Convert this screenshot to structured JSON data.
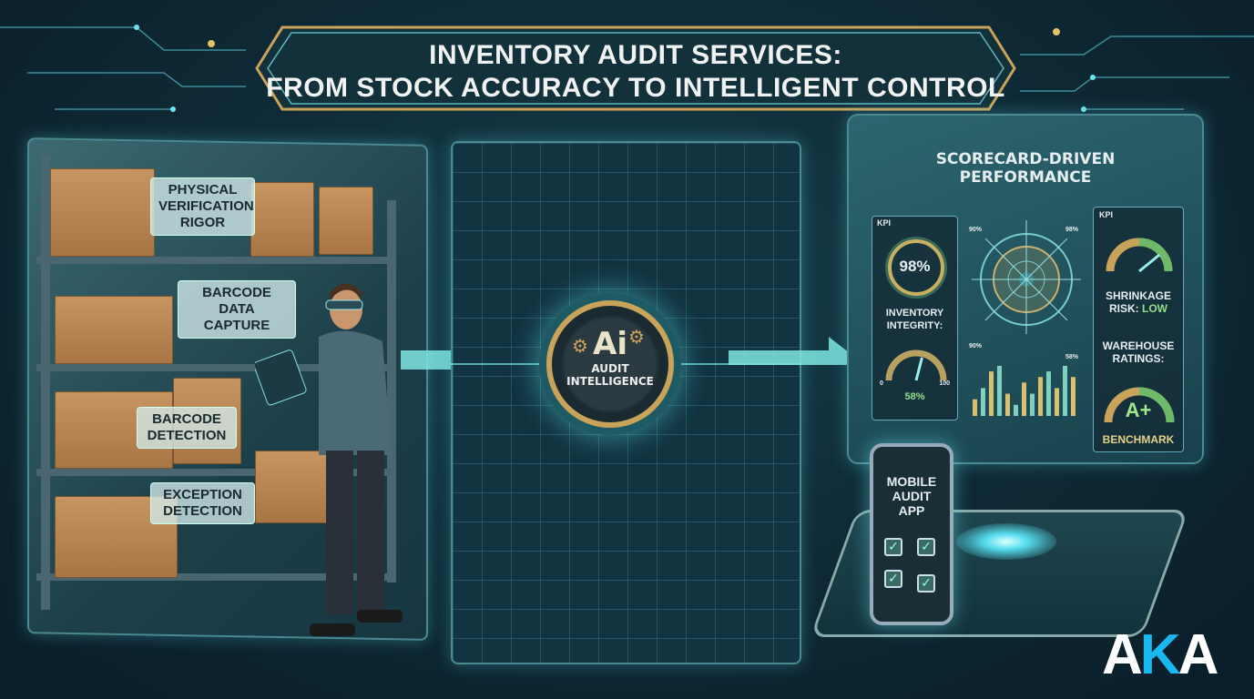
{
  "banner": {
    "line1": "INVENTORY AUDIT SERVICES:",
    "line2": "FROM STOCK ACCURACY TO INTELLIGENT CONTROL"
  },
  "left_panel": {
    "labels": [
      "PHYSICAL VERIFICATION RIGOR",
      "BARCODE DATA CAPTURE",
      "BARCODE DETECTION",
      "EXCEPTION DETECTION"
    ]
  },
  "center": {
    "ai_mark": "Ai",
    "caption_line1": "AUDIT",
    "caption_line2": "INTELLIGENCE"
  },
  "dashboard": {
    "title_line1": "SCORECARD-DRIVEN",
    "title_line2": "PERFORMANCE",
    "left_card": {
      "header": "KPI",
      "ring_value": "98%",
      "label_line1": "INVENTORY",
      "label_line2": "INTEGRITY:",
      "gauge_value": "58%",
      "gauge_min": "0",
      "gauge_max": "100",
      "gauge_level": 58
    },
    "radar_labels": [
      "90%",
      "98%",
      "90%",
      "58%"
    ],
    "right_card": {
      "header": "KPI",
      "gauge_min": "0",
      "gauge_max": "100",
      "risk_label_line1": "SHRINKAGE",
      "risk_label_line2": "RISK:",
      "risk_value": "LOW",
      "ratings_line1": "WAREHOUSE",
      "ratings_line2": "RATINGS:",
      "grade": "A+",
      "benchmark": "BENCHMARK"
    },
    "bar_chart_values": [
      3,
      5,
      8,
      9,
      4,
      2,
      6,
      4,
      7,
      8,
      5,
      9,
      7
    ]
  },
  "mobile": {
    "line1": "MOBILE",
    "line2": "AUDIT",
    "line3": "APP"
  },
  "logo": {
    "text": "AKA"
  },
  "colors": {
    "accent": "#5fe0e6",
    "gold": "#c9a35a",
    "background": "#0f2c38",
    "logo_blue": "#19b8f0"
  }
}
